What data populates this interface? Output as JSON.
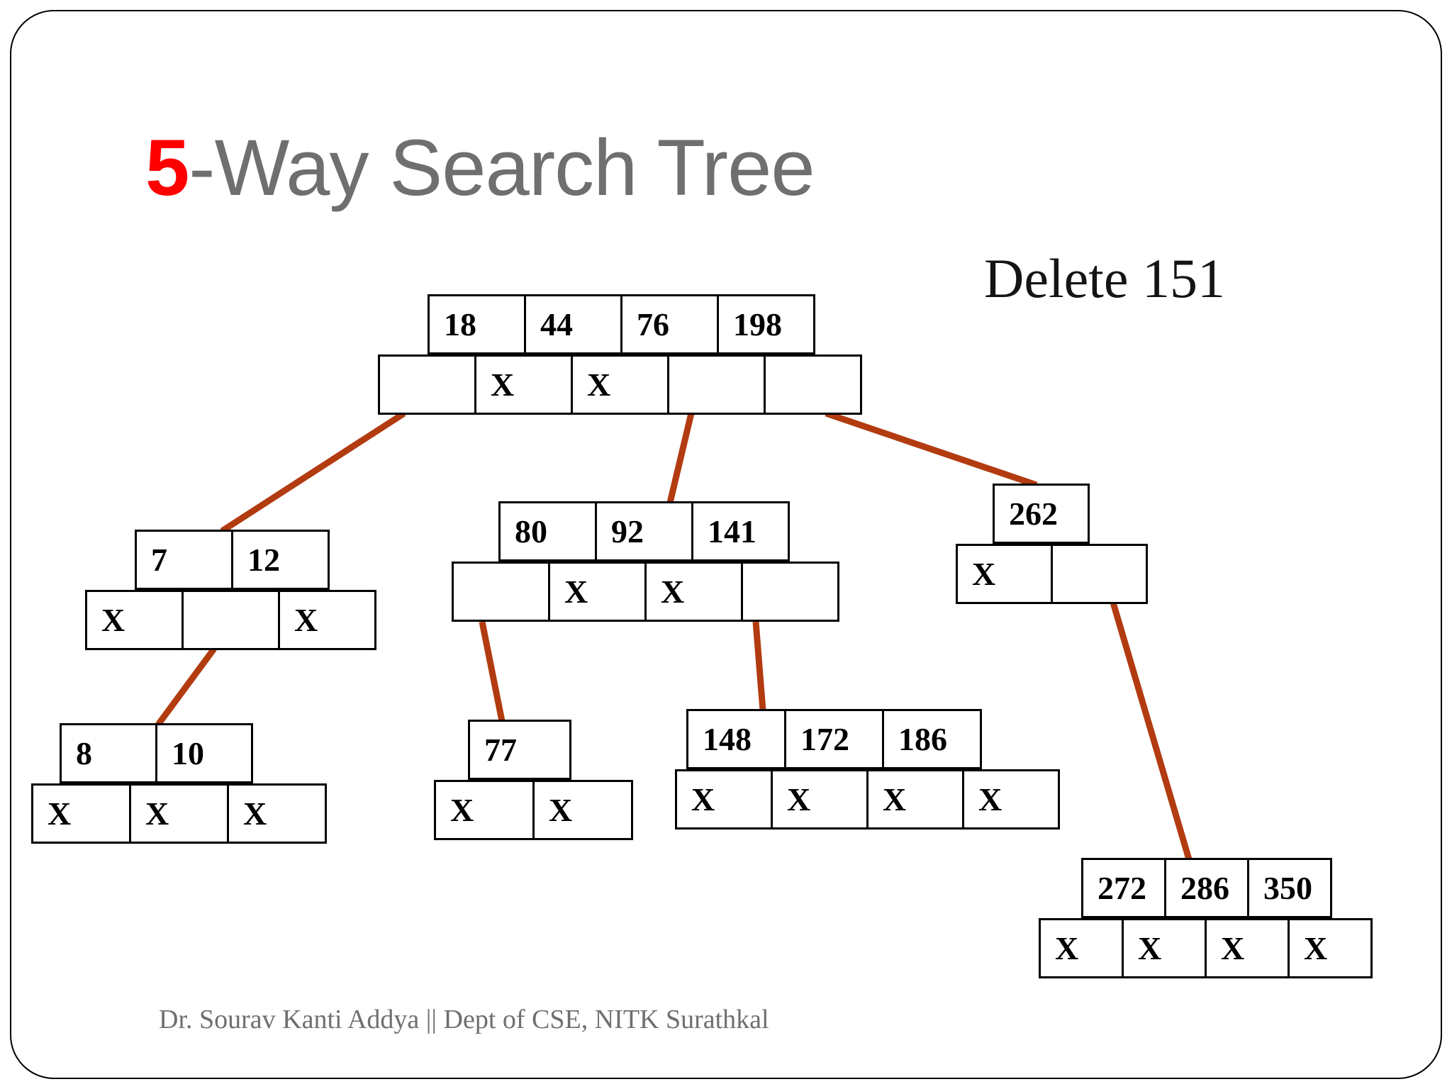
{
  "slide": {
    "title_accent": "5",
    "title_rest": "-Way Search Tree",
    "annotation": "Delete 151",
    "footer": "Dr. Sourav Kanti Addya || Dept of CSE, NITK Surathkal"
  },
  "colors": {
    "edge": "#b23b10",
    "title_accent": "#ff0000",
    "title_rest": "#6f6f6f",
    "box_border": "#000000"
  },
  "tree": {
    "nodes": {
      "root": {
        "keys": [
          "18",
          "44",
          "76",
          "198"
        ],
        "pointers": [
          "",
          "X",
          "X",
          "",
          ""
        ]
      },
      "left": {
        "keys": [
          "7",
          "12"
        ],
        "pointers": [
          "X",
          "",
          "X"
        ]
      },
      "left_leaf": {
        "keys": [
          "8",
          "10"
        ],
        "pointers": [
          "X",
          "X",
          "X"
        ]
      },
      "middle": {
        "keys": [
          "80",
          "92",
          "141"
        ],
        "pointers": [
          "",
          "X",
          "X",
          ""
        ]
      },
      "leaf_77": {
        "keys": [
          "77"
        ],
        "pointers": [
          "X",
          "X"
        ]
      },
      "leaf_148": {
        "keys": [
          "148",
          "172",
          "186"
        ],
        "pointers": [
          "X",
          "X",
          "X",
          "X"
        ]
      },
      "right": {
        "keys": [
          "262"
        ],
        "pointers": [
          "X",
          ""
        ]
      },
      "right_leaf": {
        "keys": [
          "272",
          "286",
          "350"
        ],
        "pointers": [
          "X",
          "X",
          "X",
          "X"
        ]
      }
    }
  }
}
